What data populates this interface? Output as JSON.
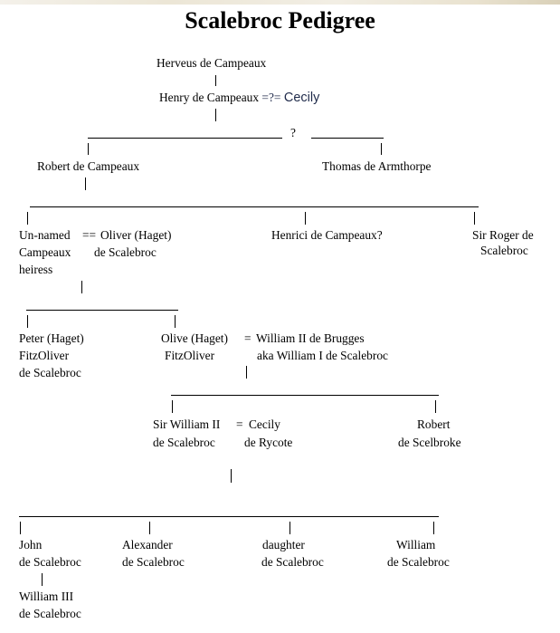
{
  "title": "Scalebroc Pedigree",
  "generations": {
    "gen1": {
      "herveus": "Herveus de Campeaux"
    },
    "gen2": {
      "henry": "Henry de Campeaux",
      "marriage_uncertain": "=?=",
      "spouse": "Cecily"
    },
    "gen3": {
      "uncertain_link": "?",
      "robert": "Robert de Campeaux",
      "thomas": "Thomas de Armthorpe"
    },
    "gen4": {
      "heiress": [
        "Un-named",
        "Campeaux",
        "heiress"
      ],
      "marriage": "==",
      "oliver": [
        "Oliver (Haget)",
        "de Scalebroc"
      ],
      "henrici": "Henrici de Campeaux?",
      "roger": [
        "Sir Roger de",
        "Scalebroc"
      ]
    },
    "gen5": {
      "peter": [
        "Peter (Haget)",
        "FitzOliver",
        "de Scalebroc"
      ],
      "olive": [
        "Olive (Haget)",
        "FitzOliver"
      ],
      "marriage": "=",
      "william_brugges": [
        "William II de Brugges",
        "aka William I de Scalebroc"
      ]
    },
    "gen6": {
      "sir_william": [
        "Sir William II",
        "de Scalebroc"
      ],
      "marriage": "=",
      "cecily": [
        "Cecily",
        "de Rycote"
      ],
      "robert": [
        "Robert",
        "de Scelbroke"
      ]
    },
    "gen7": {
      "john": [
        "John",
        "de Scalebroc"
      ],
      "alexander": [
        "Alexander",
        "de Scalebroc"
      ],
      "daughter": [
        "daughter",
        "de Scalebroc"
      ],
      "william": [
        "William",
        "de Scalebroc"
      ]
    },
    "gen8": {
      "william_iii": [
        "William III",
        "de Scalebroc"
      ]
    }
  },
  "colors": {
    "text": "#000000",
    "spouse_cecily": "#1f2a4a",
    "background": "#ffffff"
  }
}
